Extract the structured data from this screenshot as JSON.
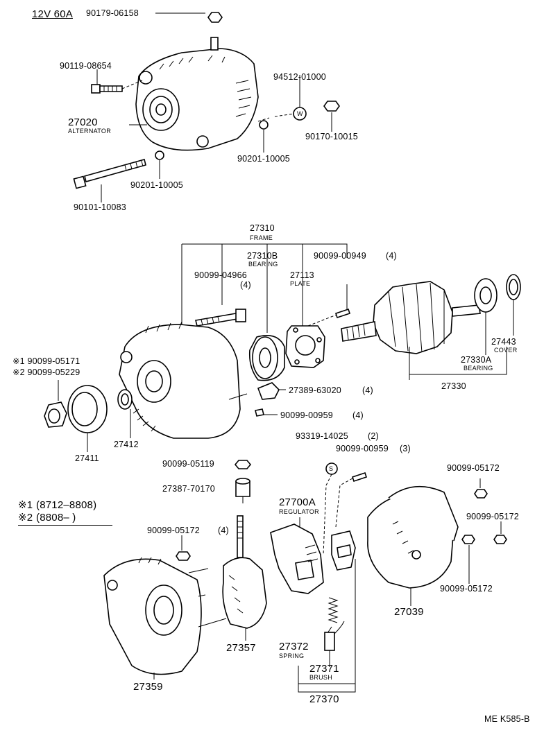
{
  "title": "12V 60A",
  "footer_code": "ME K585-B",
  "legend": {
    "l1_mark": "※1",
    "l1_range": "(8712–8808)",
    "l2_mark": "※2",
    "l2_range": "(8808–        )"
  },
  "labels": {
    "p90179_06158": "90179-06158",
    "p90119_08654": "90119-08654",
    "p94512_01000": "94512-01000",
    "p27020": "27020",
    "alternator": "ALTERNATOR",
    "p90170_10015": "90170-10015",
    "p90201_10005_a": "90201-10005",
    "p90201_10005_b": "90201-10005",
    "p90101_10083": "90101-10083",
    "p27310": "27310",
    "frame": "FRAME",
    "p27310b": "27310B",
    "bearing_a": "BEARING",
    "p90099_00949": "90099-00949",
    "qty_00949": "(4)",
    "p90099_04966": "90099-04966",
    "qty_04966": "(4)",
    "p27113": "27113",
    "plate": "PLATE",
    "p27443": "27443",
    "cover": "COVER",
    "p27330a": "27330A",
    "bearing_b": "BEARING",
    "p27330": "27330",
    "p90099_05171": "※1 90099-05171",
    "p90099_05229": "※2 90099-05229",
    "p27389_63020": "27389-63020",
    "qty_63020": "(4)",
    "p90099_00959_a": "90099-00959",
    "qty_00959_a": "(4)",
    "p27411": "27411",
    "p27412": "27412",
    "p93319_14025": "93319-14025",
    "qty_14025": "(2)",
    "p90099_00959_b": "90099-00959",
    "qty_00959_b": "(3)",
    "p90099_05119": "90099-05119",
    "p90099_05172_a": "90099-05172",
    "p27387_70170": "27387-70170",
    "p27700a": "27700A",
    "regulator": "REGULATOR",
    "p90099_05172_b": "90099-05172",
    "p90099_05172_c": "90099-05172",
    "qty_05172_c": "(4)",
    "p90099_05172_d": "90099-05172",
    "p27039": "27039",
    "p27357": "27357",
    "p27372": "27372",
    "spring": "SPRING",
    "p27371": "27371",
    "brush": "BRUSH",
    "p27359": "27359",
    "p27370": "27370"
  },
  "symbols": {
    "washer_w": "W",
    "washer_s": "S"
  }
}
